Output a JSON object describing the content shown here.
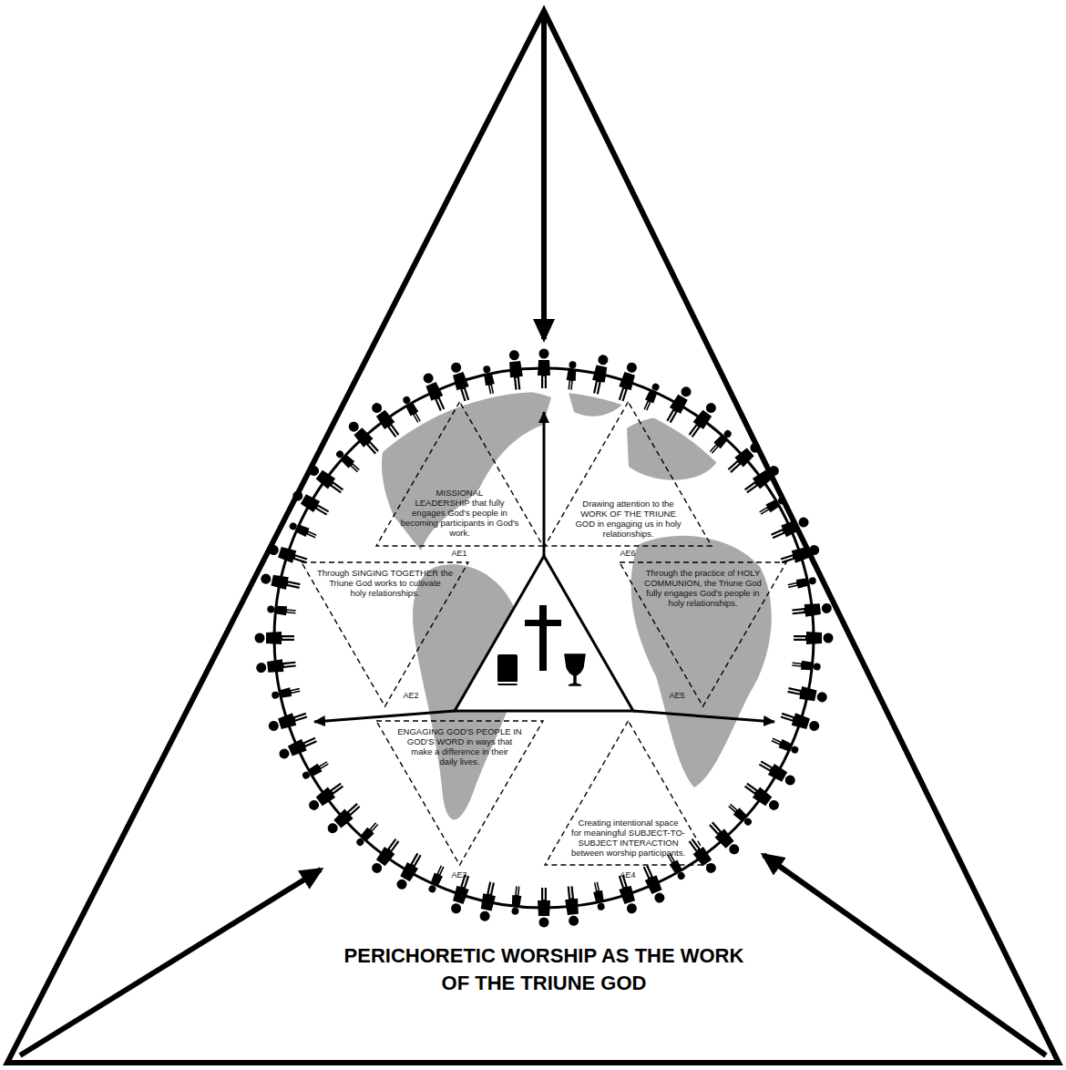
{
  "diagram": {
    "caption": "PERICHORETIC WORSHIP AS THE WORK OF THE TRIUNE GOD",
    "nodes": [
      {
        "text": [
          "MISSIONAL LEADERSHIP that fully engages God's people in becoming participants in God's work."
        ]
      },
      {
        "text": [
          "Drawing attention to the WORK OF THE TRIUNE GOD in engaging us in holy relationships."
        ]
      },
      {
        "text": [
          "Through SINGING TOGETHER the Triune God works to cultivate holy relationships."
        ]
      },
      {
        "text": [
          "Through the practice of HOLY COMMUNION, the Triune God fully engages God's people in holy relationships."
        ]
      },
      {
        "text": [
          "ENGAGING GOD'S PEOPLE IN GOD'S WORD in ways that make a difference in their daily lives."
        ]
      },
      {
        "text": [
          "Creating intentional space for meaningful SUBJECT-TO-SUBJECT INTERACTION between worship participants."
        ]
      }
    ],
    "labels": [
      "AE1",
      "AE6",
      "AE2",
      "AE5",
      "AE3",
      "AE4"
    ]
  }
}
